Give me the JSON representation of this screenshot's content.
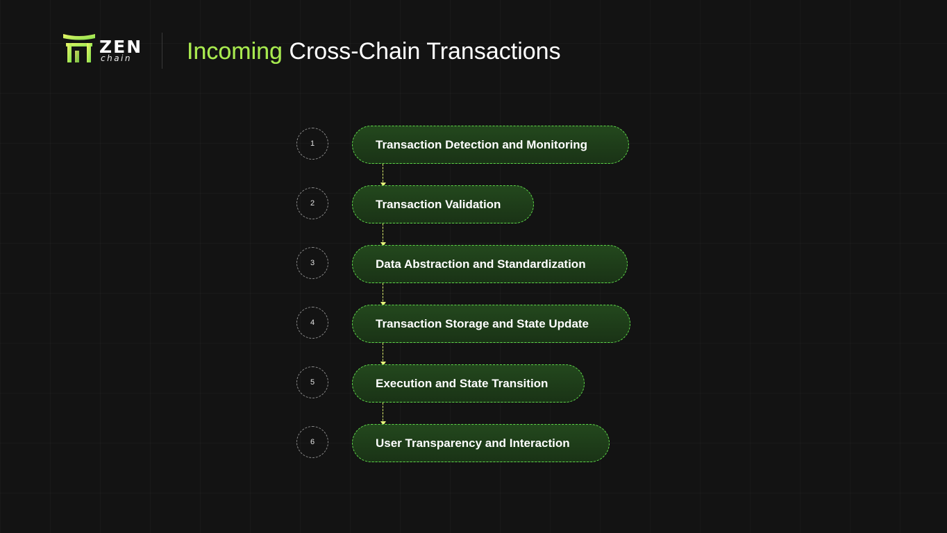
{
  "header": {
    "logo": {
      "wordmark": "ZEN",
      "subtext": "chain",
      "gradient_start": "#f2f76a",
      "gradient_end": "#7fe04a"
    },
    "title_accent": "Incoming",
    "title_rest": " Cross-Chain Transactions",
    "accent_color": "#a8ea4f"
  },
  "steps": [
    {
      "number": "1",
      "label": "Transaction Detection and Monitoring"
    },
    {
      "number": "2",
      "label": "Transaction Validation"
    },
    {
      "number": "3",
      "label": "Data Abstraction and Standardization"
    },
    {
      "number": "4",
      "label": "Transaction Storage and State Update"
    },
    {
      "number": "5",
      "label": "Execution and State Transition"
    },
    {
      "number": "6",
      "label": "User Transparency and Interaction"
    }
  ],
  "colors": {
    "background": "#131313",
    "pill_fill": "#23481d",
    "pill_border": "#5fd94a",
    "connector": "#d6ea6a"
  }
}
